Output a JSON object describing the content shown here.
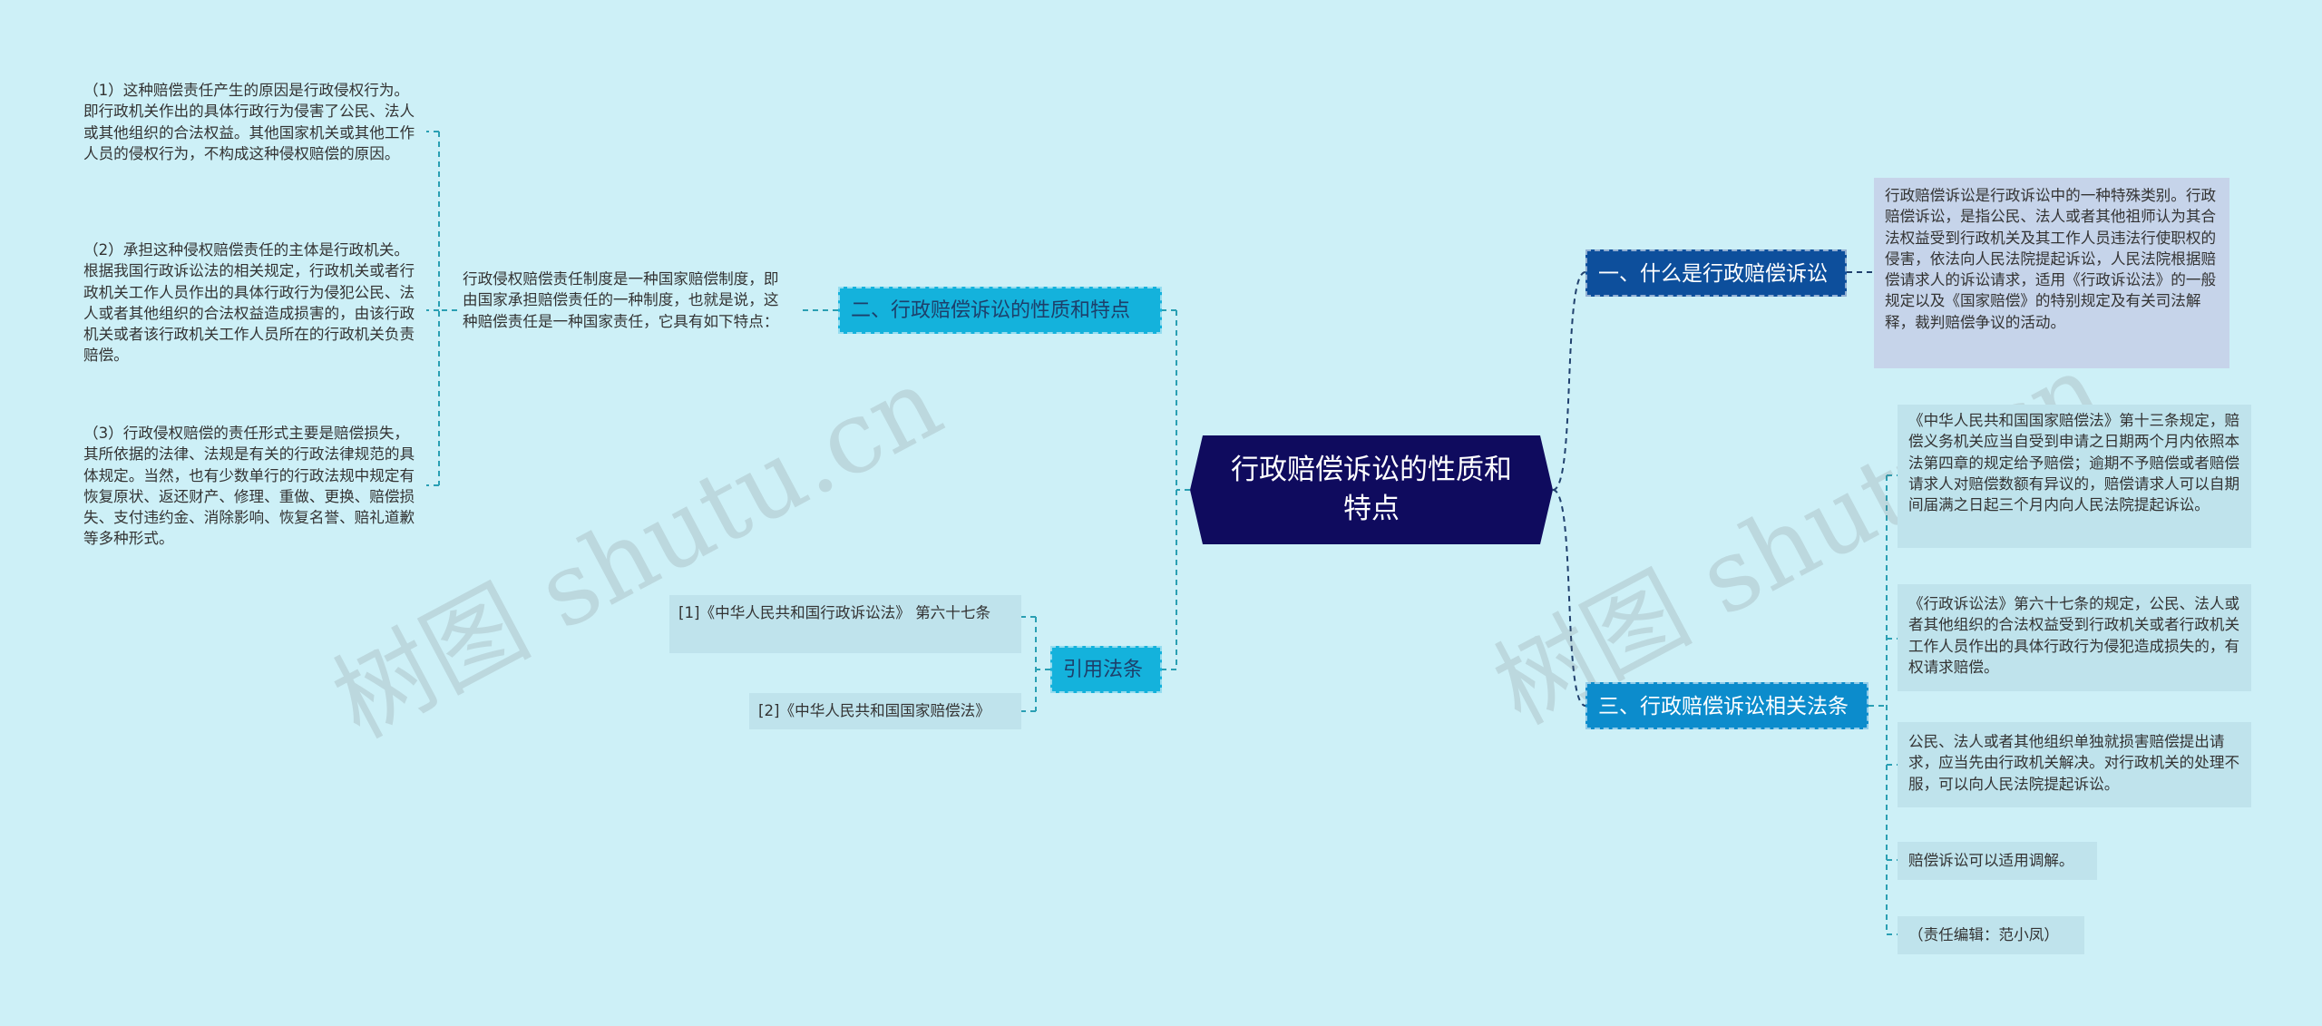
{
  "central": {
    "title": "行政赔偿诉讼的性质和特点"
  },
  "branches": {
    "what": {
      "label": "一、什么是行政赔偿诉讼",
      "color": "#0d4f9c"
    },
    "nature": {
      "label": "二、行政赔偿诉讼的性质和特点",
      "color": "#14b2dc"
    },
    "laws": {
      "label": "三、行政赔偿诉讼相关法条",
      "color": "#0c8ccc"
    },
    "refs": {
      "label": "引用法条",
      "color": "#14b2dc"
    }
  },
  "what_text": "行政赔偿诉讼是行政诉讼中的一种特殊类别。行政赔偿诉讼，是指公民、法人或者其他祖师认为其合法权益受到行政机关及其工作人员违法行使职权的侵害，依法向人民法院提起诉讼，人民法院根据赔偿请求人的诉讼请求，适用《行政诉讼法》的一般规定以及《国家赔偿》的特别规定及有关司法解释，裁判赔偿争议的活动。",
  "nature_text": "行政侵权赔偿责任制度是一种国家赔偿制度，即由国家承担赔偿责任的一种制度，也就是说，这种赔偿责任是一种国家责任，它具有如下特点：",
  "nature_points": [
    "（1）这种赔偿责任产生的原因是行政侵权行为。即行政机关作出的具体行政行为侵害了公民、法人或其他组织的合法权益。其他国家机关或其他工作人员的侵权行为，不构成这种侵权赔偿的原因。",
    "（2）承担这种侵权赔偿责任的主体是行政机关。根据我国行政诉讼法的相关规定，行政机关或者行政机关工作人员作出的具体行政行为侵犯公民、法人或者其他组织的合法权益造成损害的，由该行政机关或者该行政机关工作人员所在的行政机关负责赔偿。",
    "（3）行政侵权赔偿的责任形式主要是赔偿损失，其所依据的法律、法规是有关的行政法律规范的具体规定。当然，也有少数单行的行政法规中规定有恢复原状、返还财产、修理、重做、更换、赔偿损失、支付违约金、消除影响、恢复名誉、赔礼道歉等多种形式。"
  ],
  "laws_items": [
    "《中华人民共和国国家赔偿法》第十三条规定，赔偿义务机关应当自受到申请之日期两个月内依照本法第四章的规定给予赔偿；逾期不予赔偿或者赔偿请求人对赔偿数额有异议的，赔偿请求人可以自期间届满之日起三个月内向人民法院提起诉讼。",
    "《行政诉讼法》第六十七条的规定，公民、法人或者其他组织的合法权益受到行政机关或者行政机关工作人员作出的具体行政行为侵犯造成损失的，有权请求赔偿。",
    "公民、法人或者其他组织单独就损害赔偿提出请求，应当先由行政机关解决。对行政机关的处理不服，可以向人民法院提起诉讼。",
    "赔偿诉讼可以适用调解。",
    "（责任编辑：范小凤）"
  ],
  "refs_items": [
    "[1]《中华人民共和国行政诉讼法》 第六十七条",
    "[2]《中华人民共和国国家赔偿法》"
  ],
  "colors": {
    "background": "#cdf0f7",
    "central": "#0f0b5e",
    "line_teal": "#2a9fb3",
    "line_dark": "#21416e",
    "text_box": "#bfe3ec",
    "text_box_purple": "#c6d4ea"
  },
  "watermark": "树图 shutu.cn"
}
